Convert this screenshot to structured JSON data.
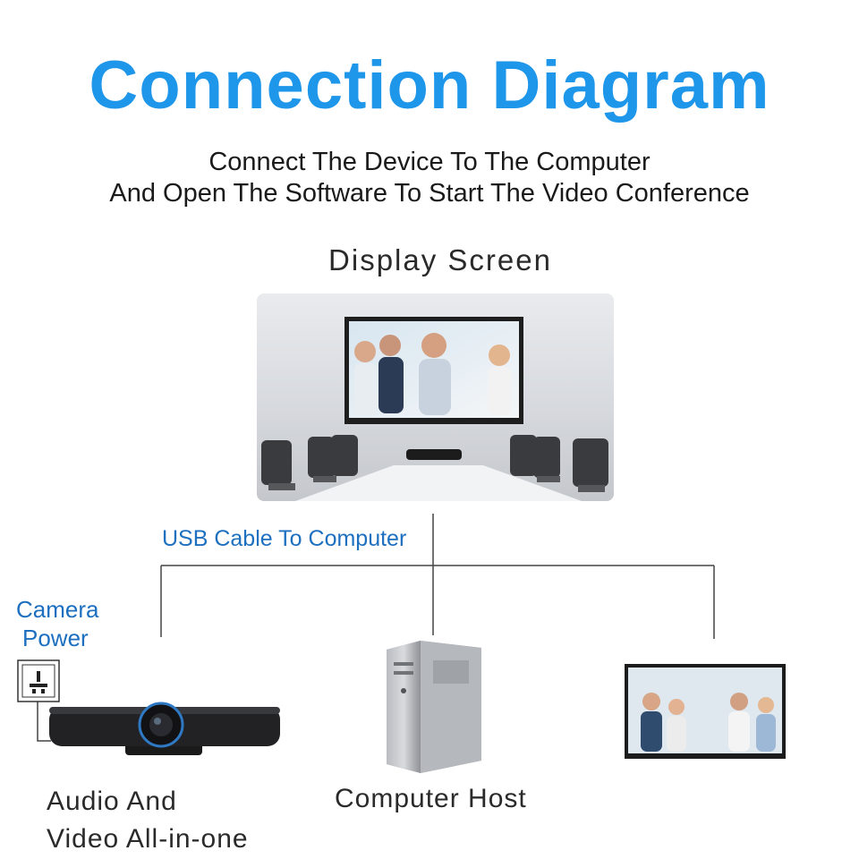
{
  "title": "Connection Diagram",
  "subtitle": {
    "line1": "Connect The Device To The Computer",
    "line2": "And Open The Software To Start The Video Conference"
  },
  "nodes": {
    "display_screen": "Display Screen",
    "cable": "USB Cable To Computer",
    "camera_power": {
      "line1": "Camera",
      "line2": "Power"
    },
    "audio_video": {
      "line1": "Audio And",
      "line2": "Video All-in-one"
    },
    "computer_host": "Computer Host"
  },
  "colors": {
    "title": "#1e96ea",
    "label_blue": "#1d6fbf",
    "text": "#1a1a1a",
    "line": "#444444"
  }
}
